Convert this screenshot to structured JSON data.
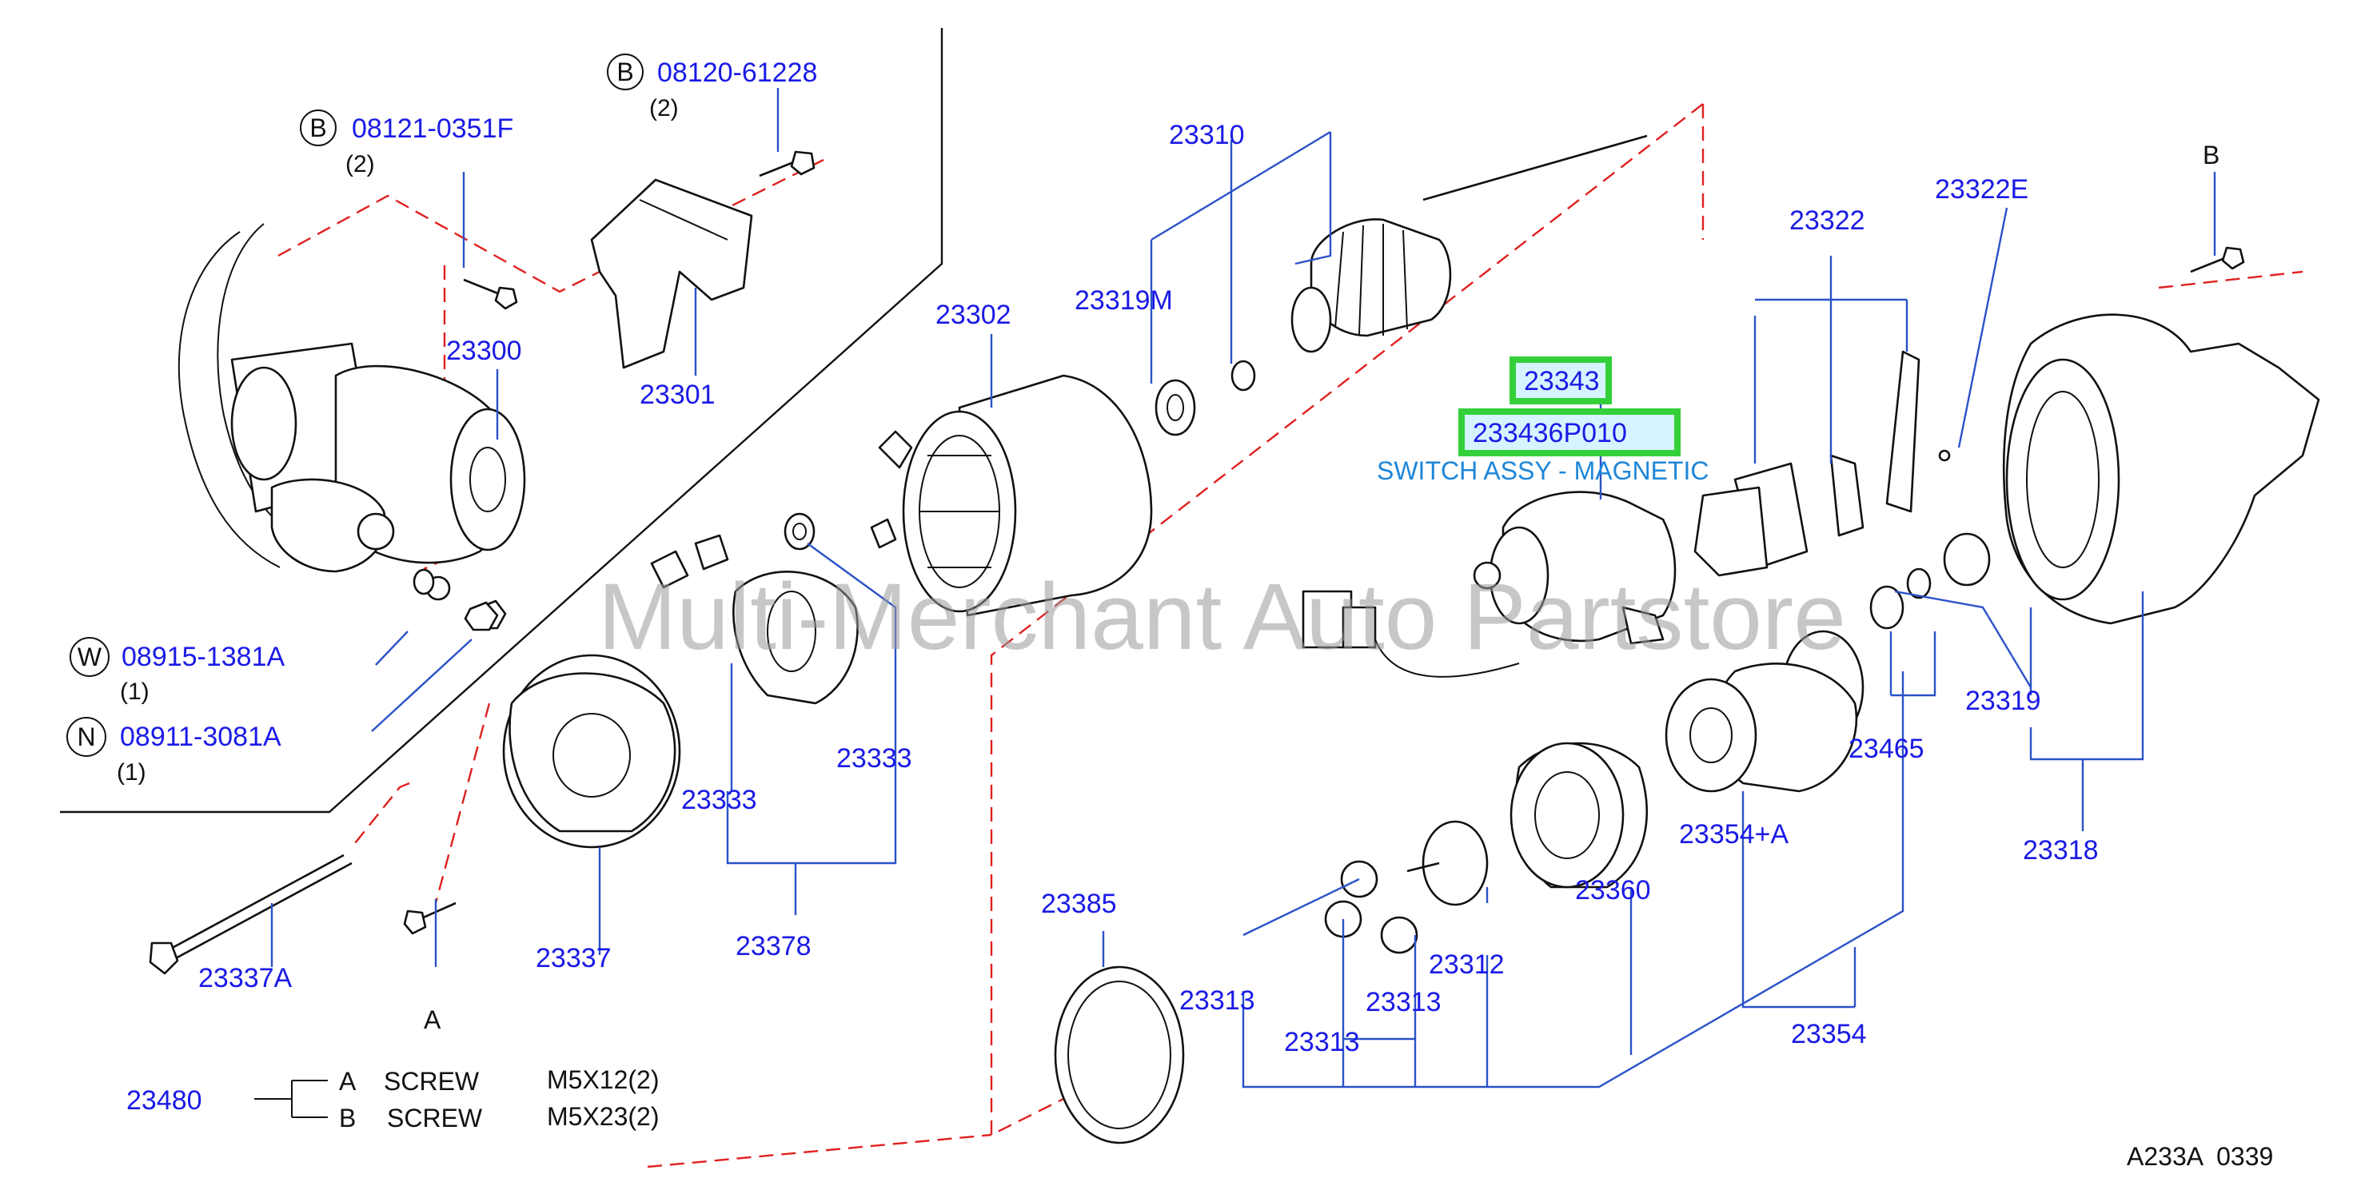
{
  "diagram": {
    "watermark": "Multi-Merchant Auto Partstore",
    "drawing_ref": "A233A  0339",
    "highlight": {
      "part_number": "23343",
      "sub_part_number": "233436P010",
      "description": "SWITCH ASSY - MAGNETIC"
    },
    "bolt_callouts": [
      {
        "letter": "B",
        "part": "08120-61228",
        "qty": "(2)"
      },
      {
        "letter": "B",
        "part": "08121-0351F",
        "qty": "(2)"
      },
      {
        "letter": "W",
        "part": "08915-1381A",
        "qty": "(1)"
      },
      {
        "letter": "N",
        "part": "08911-3081A",
        "qty": "(1)"
      }
    ],
    "labels": {
      "p23300": "23300",
      "p23301": "23301",
      "p23302": "23302",
      "p23310": "23310",
      "p23319m": "23319M",
      "p23322": "23322",
      "p23322e": "23322E",
      "b_top": "B",
      "p23333a": "23333",
      "p23333b": "23333",
      "p23378": "23378",
      "p23337": "23337",
      "p23337a": "23337A",
      "a_label": "A",
      "p23385": "23385",
      "p23313a": "23313",
      "p23313b": "23313",
      "p23313c": "23313",
      "p23312": "23312",
      "p23360": "23360",
      "p23354a": "23354+A",
      "p23354": "23354",
      "p23465": "23465",
      "p23319": "23319",
      "p23318": "23318"
    },
    "legend": {
      "part": "23480",
      "rows": [
        {
          "letter": "A",
          "desc": "SCREW",
          "size": "M5X12(2)"
        },
        {
          "letter": "B",
          "desc": "SCREW",
          "size": "M5X23(2)"
        }
      ]
    },
    "colors": {
      "part_number": "#1a1ae6",
      "highlight_border": "#34d03a",
      "dashed_line": "#e02020",
      "leader": "#2a52c8"
    }
  }
}
